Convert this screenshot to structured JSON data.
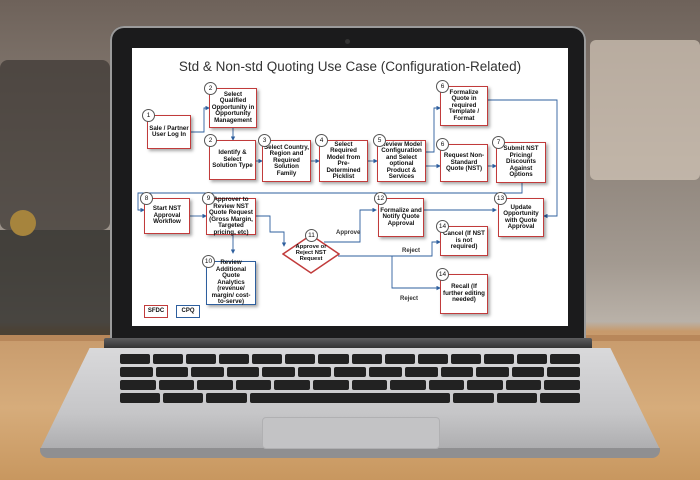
{
  "diagram": {
    "title": "Std & Non-std Quoting Use Case (Configuration-Related)",
    "steps": [
      {
        "num": "1",
        "label": "Sale / Partner User Log In"
      },
      {
        "num": "2",
        "label": "Select Qualified Opportunity in Opportunity Management"
      },
      {
        "num": "2",
        "label": "Identify & Select Solution Type"
      },
      {
        "num": "3",
        "label": "Select Country, Region and Required Solution Family"
      },
      {
        "num": "4",
        "label": "Select Required Model from Pre-Determined Picklist"
      },
      {
        "num": "5",
        "label": "Review Model Configuration and Select optional Product & Services"
      },
      {
        "num": "6",
        "label": "Formalize Quote in required Template / Format"
      },
      {
        "num": "6",
        "label": "Request Non-Standard Quote (NST)"
      },
      {
        "num": "7",
        "label": "Submit NST Pricing/ Discounts Against Options"
      },
      {
        "num": "8",
        "label": "Start NST Approval Workflow"
      },
      {
        "num": "9",
        "label": "Approver to Review NST Quote Request (Gross Margin, Targeted pricing, etc)"
      },
      {
        "num": "10",
        "label": "Review Additional Quote Analytics (revenue/ margin/ cost-to-serve)"
      },
      {
        "num": "11",
        "label": "Approve or Reject NST Request"
      },
      {
        "num": "12",
        "label": "Formalize and Notify Quote Approval"
      },
      {
        "num": "13",
        "label": "Update Opportunity with Quote Approval"
      },
      {
        "num": "14",
        "label": "Cancel (If NST is not required)"
      },
      {
        "num": "14",
        "label": "Recall (If further editing needed)"
      }
    ],
    "edge_labels": {
      "approve": "Approve",
      "reject1": "Reject",
      "reject2": "Reject"
    },
    "legend": {
      "sfdc": "SFDC",
      "cpq": "CPQ"
    },
    "colors": {
      "sfdc": "#c13b3b",
      "cpq": "#2e5f9e"
    }
  }
}
